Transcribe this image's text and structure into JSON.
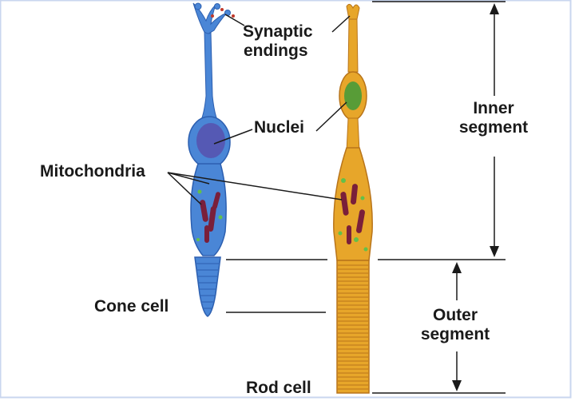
{
  "labels": {
    "synaptic_1": "Synaptic",
    "synaptic_2": "endings",
    "nuclei": "Nuclei",
    "mitochondria": "Mitochondria",
    "inner_1": "Inner",
    "inner_2": "segment",
    "outer_1": "Outer",
    "outer_2": "segment",
    "cone": "Cone cell",
    "rod": "Rod cell"
  },
  "colors": {
    "cone_fill": "#4a86d6",
    "cone_dark": "#2c5fb0",
    "cone_nucleus": "#5a4aa8",
    "rod_fill": "#e7a62a",
    "rod_dark": "#b8741a",
    "rod_nucleus": "#3e9a3a",
    "mitochondria": "#7a1f3a",
    "line": "#1a1a1a",
    "frame": "#c9d6ef"
  }
}
